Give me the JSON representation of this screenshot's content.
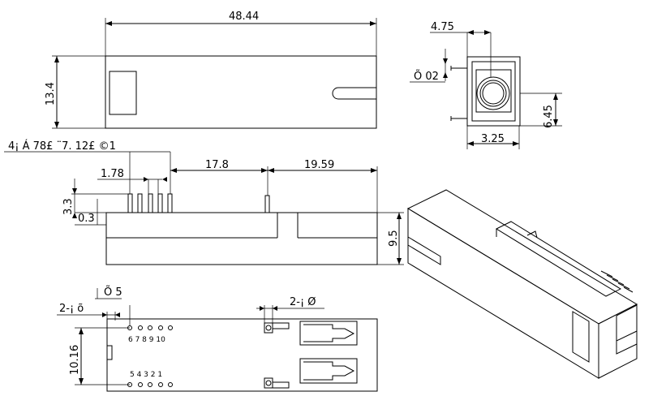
{
  "dimensions": {
    "top_length": "48.44",
    "top_height": "13.4",
    "end_width": "4.75",
    "end_pin_dia": "Õ 02",
    "end_height": "6.45",
    "end_pitch": "3.25",
    "pin_note": "4¡ Á 78£ ¨7. 12£ ©1",
    "pin_pitch": "1.78",
    "pin_to_post": "17.8",
    "post_to_end": "19.59",
    "pin_height": "3.3",
    "standoff": "0.3",
    "body_height": "9.5",
    "hole_dia": "Õ 5",
    "left_holes": "2-¡ õ",
    "right_holes": "2-¡ Ø",
    "hole_row_spacing": "10.16"
  },
  "pins": {
    "top_row": "6 7 8 9 10",
    "bottom_row": "5 4 3 2 1"
  }
}
